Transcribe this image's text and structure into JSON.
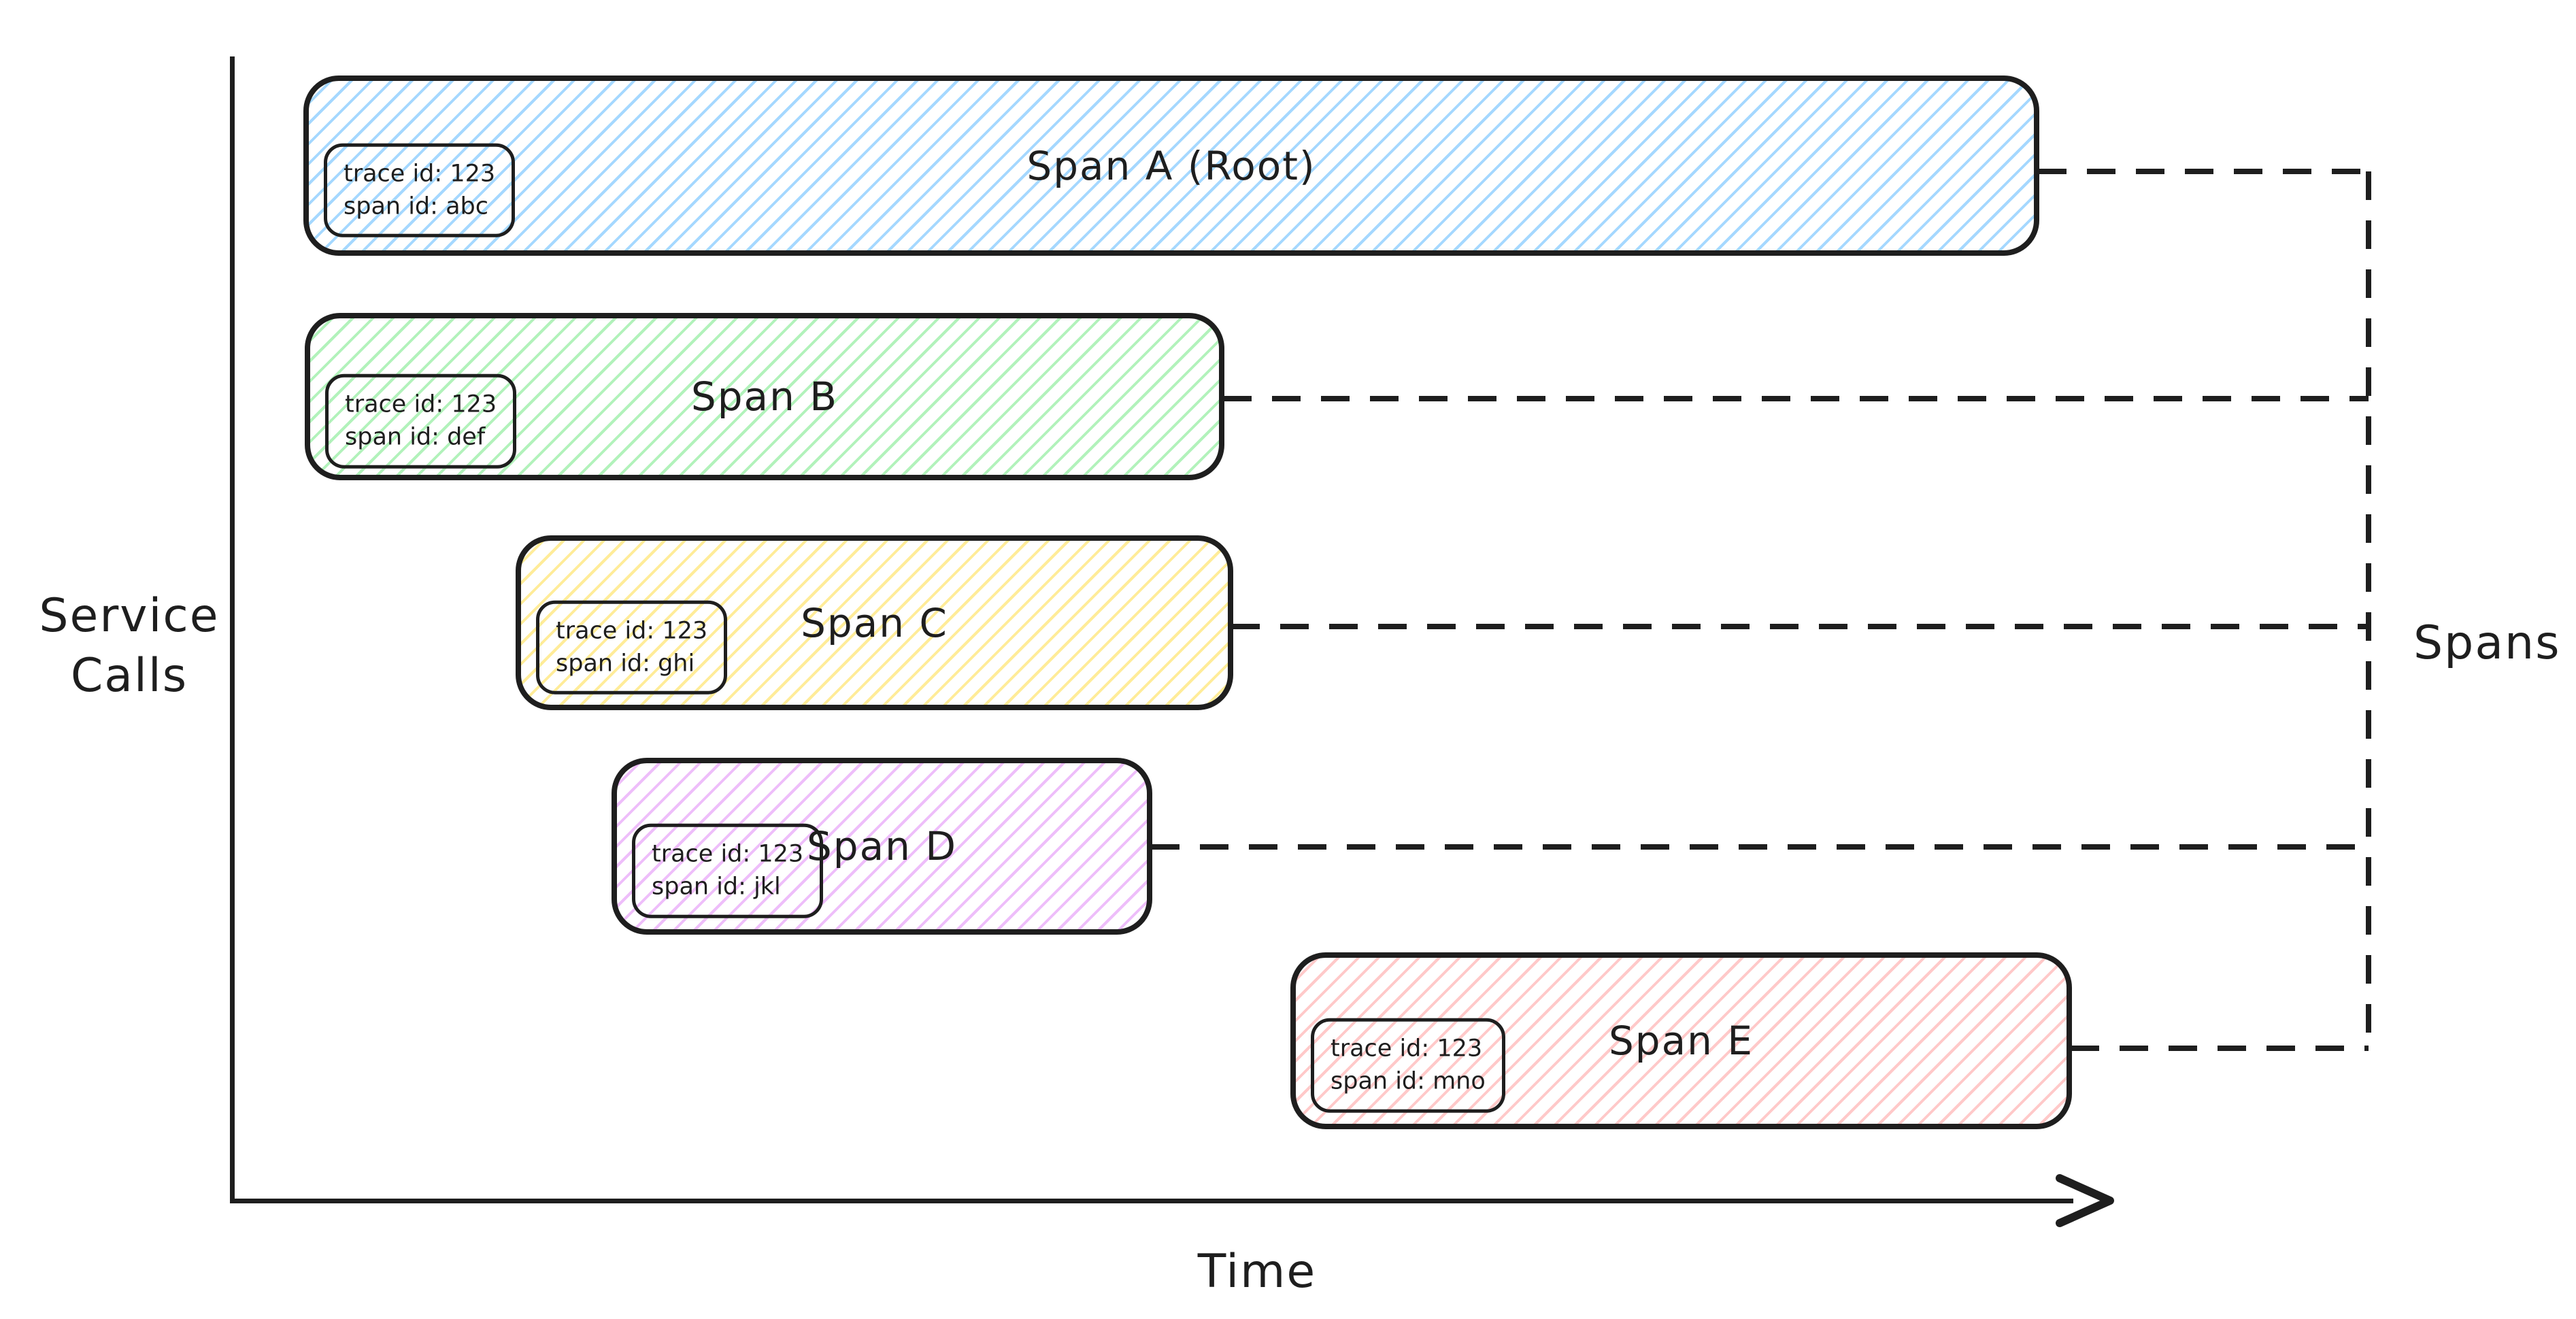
{
  "axes": {
    "y_label_line1": "Service",
    "y_label_line2": "Calls",
    "x_label": "Time"
  },
  "right_label": "Spans",
  "spans": [
    {
      "title": "Span A (Root)",
      "trace_id": "trace id: 123",
      "span_id": "span id: abc",
      "hatch_color": "#a5d8ff"
    },
    {
      "title": "Span B",
      "trace_id": "trace id: 123",
      "span_id": "span id: def",
      "hatch_color": "#b2f2bb"
    },
    {
      "title": "Span C",
      "trace_id": "trace id: 123",
      "span_id": "span id: ghi",
      "hatch_color": "#ffec99"
    },
    {
      "title": "Span D",
      "trace_id": "trace id: 123",
      "span_id": "span id: jkl",
      "hatch_color": "#eebefa"
    },
    {
      "title": "Span E",
      "trace_id": "trace id: 123",
      "span_id": "span id: mno",
      "hatch_color": "#ffc9c9"
    }
  ]
}
